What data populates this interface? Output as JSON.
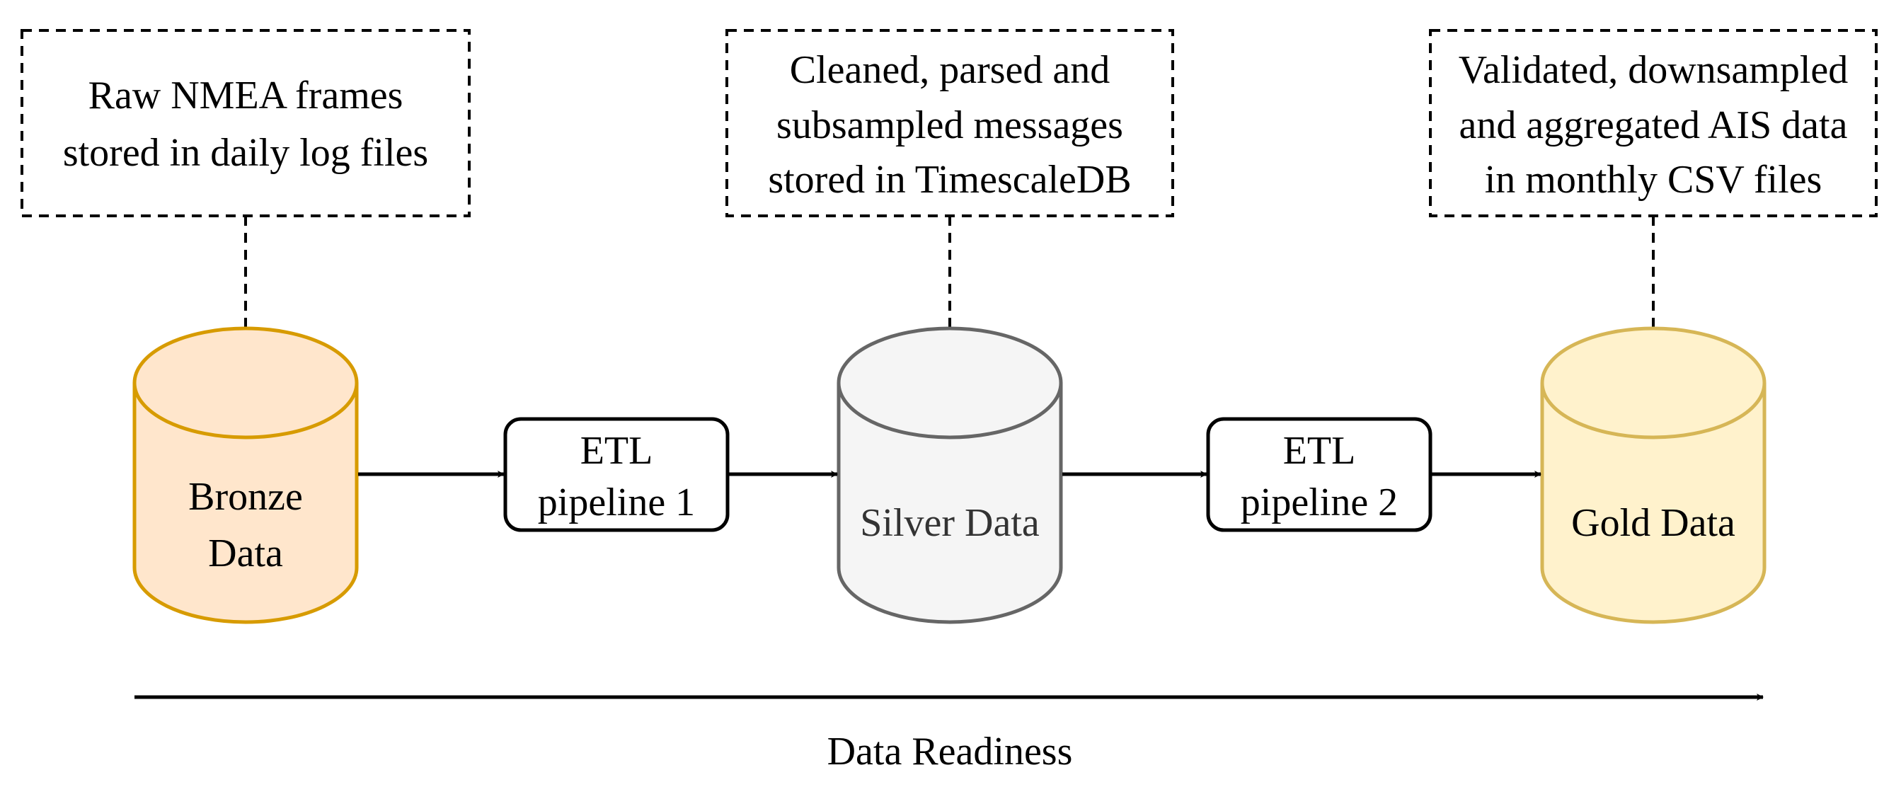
{
  "notes": {
    "bronze": {
      "line1": "Raw NMEA frames",
      "line2": "stored in daily log files"
    },
    "silver": {
      "line1": "Cleaned, parsed and",
      "line2": "subsampled messages",
      "line3": "stored in TimescaleDB"
    },
    "gold": {
      "line1": "Validated, downsampled",
      "line2": "and aggregated AIS data",
      "line3": "in monthly CSV files"
    }
  },
  "stores": {
    "bronze": {
      "line1": "Bronze",
      "line2": "Data"
    },
    "silver": {
      "label": "Silver Data"
    },
    "gold": {
      "label": "Gold Data"
    }
  },
  "pipelines": {
    "etl1": {
      "line1": "ETL",
      "line2": "pipeline 1"
    },
    "etl2": {
      "line1": "ETL",
      "line2": "pipeline 2"
    }
  },
  "axis": {
    "label": "Data Readiness"
  },
  "colors": {
    "bronze_fill": "#ffe6cc",
    "bronze_stroke": "#d79b00",
    "silver_fill": "#f5f5f5",
    "silver_stroke": "#666666",
    "silver_text": "#333333",
    "gold_fill": "#fff2cc",
    "gold_stroke": "#d6b656",
    "line": "#000000"
  }
}
